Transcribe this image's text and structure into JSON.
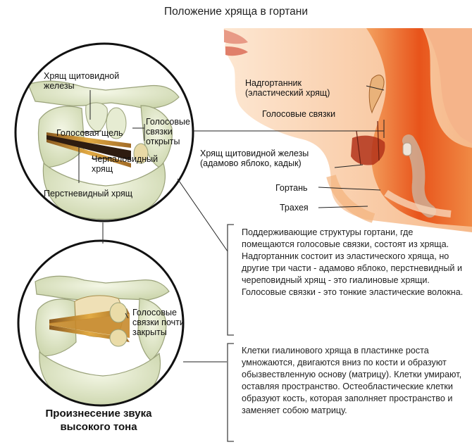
{
  "title": "Положение хряща в гортани",
  "top_circle": {
    "label_thyroid": "Хрящ щитовидной железы",
    "label_glottis": "Голосовая щель",
    "label_cords_open": "Голосовые связки открыты",
    "label_arytenoid": "Черпаловидный хрящ",
    "label_cricoid": "Перстневидный хрящ"
  },
  "bottom_circle": {
    "label_cords_closed": "Голосовые связки почти закрыты",
    "caption": "Произнесение звука высокого тона"
  },
  "neck": {
    "label_epiglottis": "Надгортанник (эластический хрящ)",
    "label_vocal_cords": "Голосовые связки",
    "label_thyroid": "Хрящ щитовидной железы (адамово яблоко, кадык)",
    "label_larynx": "Гортань",
    "label_trachea": "Трахея"
  },
  "text_box_1": "Поддерживающие структуры гортани, где помещаются голосовые связки, состоят из хряща. Надгортанник состоит из эластического хряща, но другие три части - адамово яблоко, перстневидный и череповидный хрящ - это гиалиновые хрящи. Голосовые связки - это тонкие эластические волокна.",
  "text_box_2": "Клетки гиалинового хряща в пластинке роста умножаются, двигаются вниз по кости и образуют обызвествленную основу (матрицу). Клетки умирают, оставляя пространство. Остеобластические клетки образуют кость, которая заполняет пространство и заменяет собою матрицу.",
  "colors": {
    "skin": "#f7c9a0",
    "airway": "#e85a1e",
    "cartilage": "#dfe6c4",
    "cord": "#d9a034",
    "line": "#222222"
  }
}
